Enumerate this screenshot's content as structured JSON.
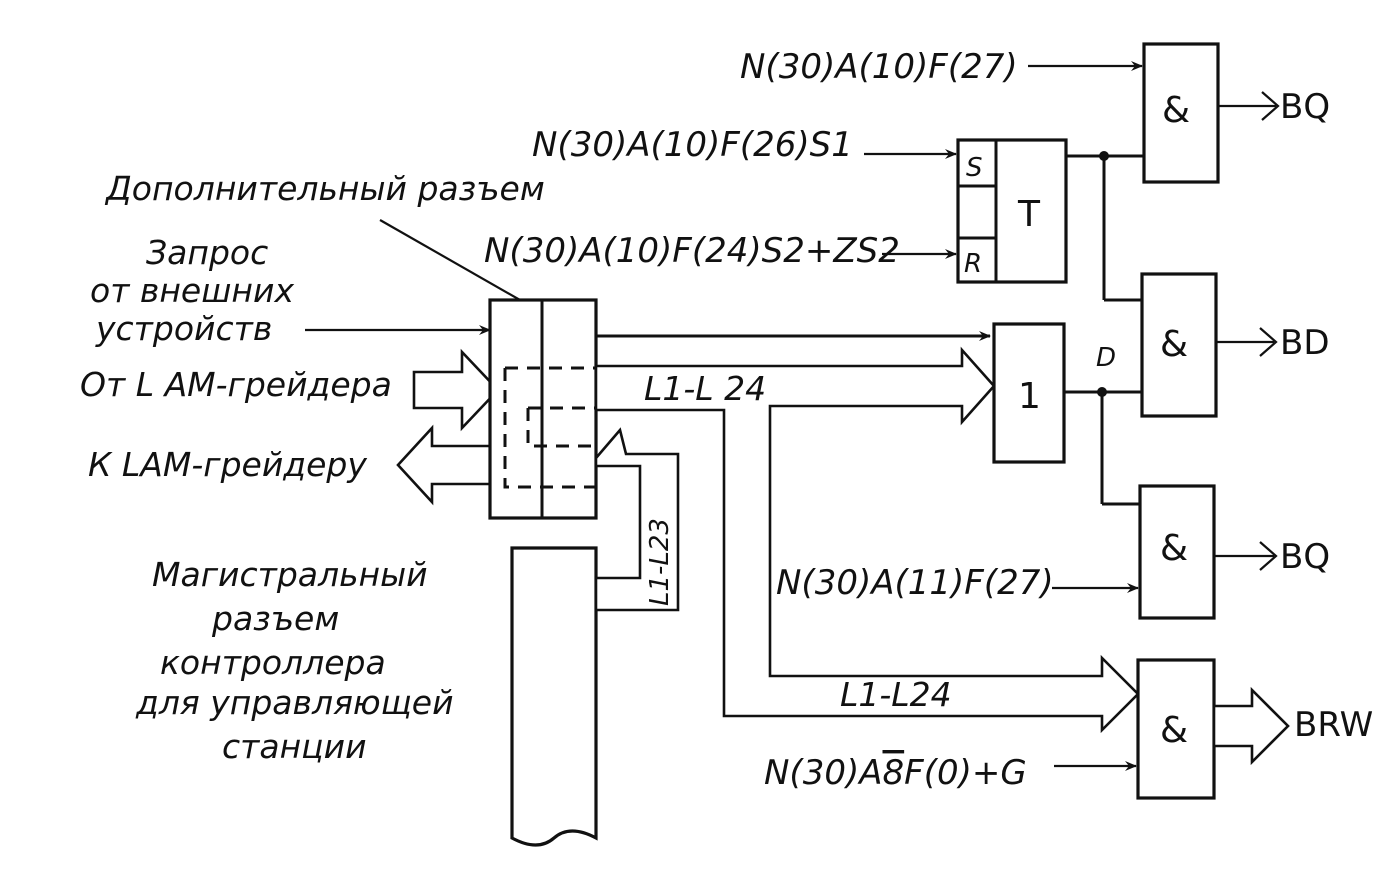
{
  "inputs": {
    "top_bq": "N(30)A(10)F(27)",
    "set": "N(30)A(10)F(26)S1",
    "reset": "N(30)A(10)F(24)S2+ZS2",
    "bottom_bq": "N(30)A(11)F(27)",
    "brw": "N(30)A8F(0)+G",
    "brw_parts": {
      "pre": "N(30)A",
      "over": "8",
      "post": "F(0)+G"
    }
  },
  "outputs": {
    "bq_top": "BQ",
    "bd": "BD",
    "bq_bottom": "BQ",
    "brw": "BRW"
  },
  "gates": {
    "and": "&",
    "or": "1",
    "ff_s": "S",
    "ff_r": "R",
    "ff_t": "T",
    "node_d": "D"
  },
  "labels": {
    "additional_connector": "Дополнительный разъем",
    "request_1": "Запрос",
    "request_2": "от внешних",
    "request_3": "устройств",
    "from_lam": "От L AM-грейдера",
    "to_lam": "К LAM-грейдеру",
    "main_1": "Магистральный",
    "main_2": "разъем",
    "main_3": "контроллера",
    "main_4": "для управляющей",
    "main_5": "станции",
    "bus_l1_l24_upper": "L1-L 24",
    "bus_l1_l24_lower": "L1-L24",
    "bus_l1_l23": "L1-L23"
  }
}
